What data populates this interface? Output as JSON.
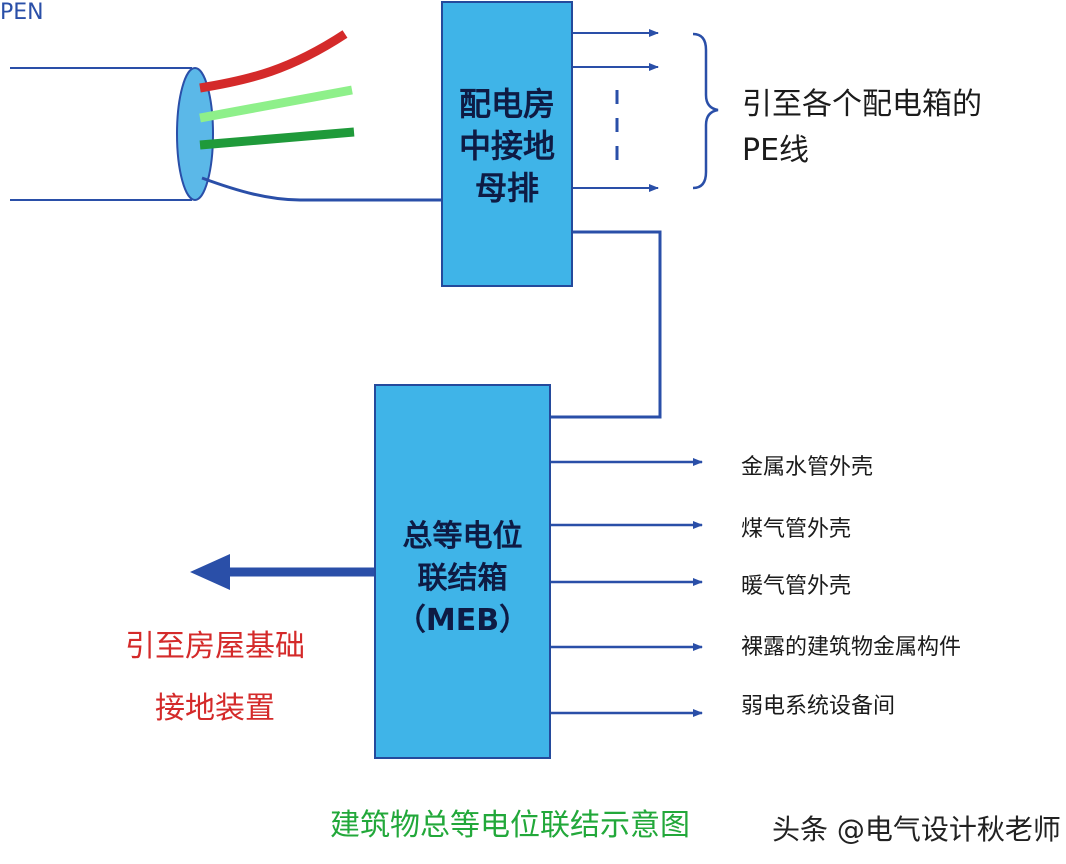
{
  "distribution_box": {
    "lines": [
      "配电房",
      "中接地",
      "母排"
    ]
  },
  "pe_label": {
    "lines": [
      "引至各个配电箱的",
      "PE线"
    ]
  },
  "pen_label": "PEN",
  "meb_box": {
    "lines": [
      "总等电位",
      "联结箱",
      "（MEB）"
    ]
  },
  "targets": [
    "金属水管外壳",
    "煤气管外壳",
    "暖气管外壳",
    "裸露的建筑物金属构件",
    "弱电系统设备间"
  ],
  "foundation_label": {
    "lines": [
      "引至房屋基础",
      "接地装置"
    ]
  },
  "caption": "建筑物总等电位联结示意图",
  "watermark": "头条 @电气设计秋老师",
  "colors": {
    "box_fill": "#3fb4e8",
    "line_blue": "#2a4fa8",
    "wire_red": "#d42a2a",
    "wire_light_green": "#8ef08a",
    "wire_dark_green": "#1f9a3a",
    "caption_green": "#22a83a"
  }
}
